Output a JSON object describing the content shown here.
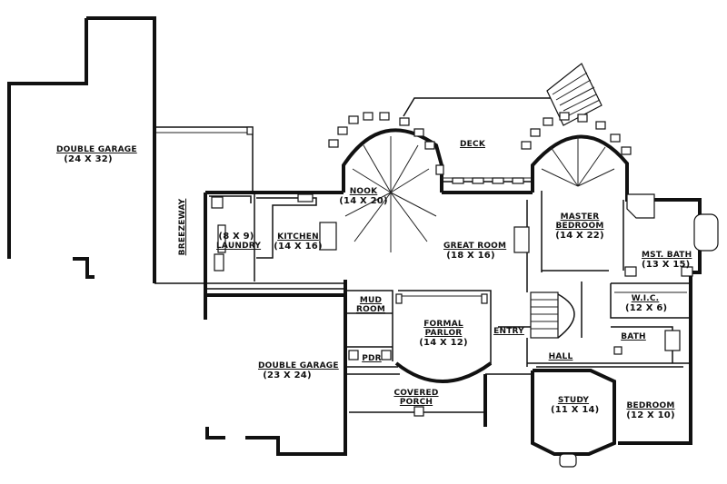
{
  "rooms": {
    "double_garage_1": {
      "name": "DOUBLE GARAGE",
      "dims": "(24 X 32)"
    },
    "breezeway": {
      "name": "BREEZEWAY"
    },
    "laundry": {
      "name": "LAUNDRY",
      "dims": "(8 X 9)"
    },
    "kitchen": {
      "name": "KITCHEN",
      "dims": "(14 X 16)"
    },
    "nook": {
      "name": "NOOK",
      "dims": "(14 X 20)"
    },
    "deck": {
      "name": "DECK"
    },
    "great_room": {
      "name": "GREAT ROOM",
      "dims": "(18 X 16)"
    },
    "master_bedroom": {
      "name": "MASTER BEDROOM",
      "dims": "(14 X 22)"
    },
    "mst_bath": {
      "name": "MST. BATH",
      "dims": "(13 X 15)"
    },
    "wic": {
      "name": "W.I.C.",
      "dims": "(12 X 6)"
    },
    "mud_room": {
      "name": "MUD ROOM"
    },
    "formal_parlor": {
      "name": "FORMAL PARLOR",
      "dims": "(14 X 12)"
    },
    "entry": {
      "name": "ENTRY"
    },
    "pdr": {
      "name": "PDR"
    },
    "hall": {
      "name": "HALL"
    },
    "bath": {
      "name": "BATH"
    },
    "double_garage_2": {
      "name": "DOUBLE GARAGE",
      "dims": "(23 X 24)"
    },
    "covered_porch": {
      "name": "COVERED PORCH"
    },
    "study": {
      "name": "STUDY",
      "dims": "(11 X 14)"
    },
    "bedroom": {
      "name": "BEDROOM",
      "dims": "(12 X 10)"
    }
  }
}
